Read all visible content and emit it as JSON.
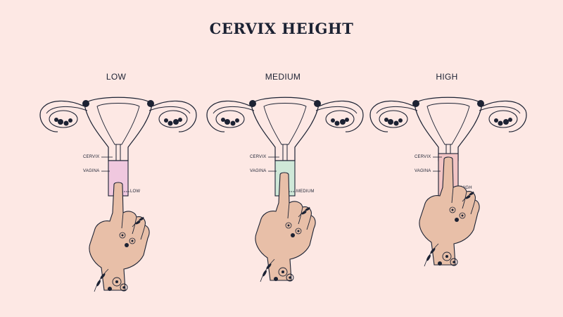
{
  "title": "CERVIX HEIGHT",
  "panels": [
    {
      "label": "LOW",
      "cervix_label": "CERVIX",
      "vagina_label": "VAGINA",
      "position_label": "LOW",
      "canal_color": "#f0c8df"
    },
    {
      "label": "MEDIUM",
      "cervix_label": "CERVIX",
      "vagina_label": "VAGINA",
      "position_label": "MEDIUM",
      "canal_color": "#cfe8d8"
    },
    {
      "label": "HIGH",
      "cervix_label": "CERVIX",
      "vagina_label": "VAGINA",
      "position_label": "HIGH",
      "canal_color": "#f2c4c4"
    }
  ],
  "colors": {
    "outline": "#1c2233",
    "skin": "#e8bfa8",
    "background": "#fde8e4"
  }
}
